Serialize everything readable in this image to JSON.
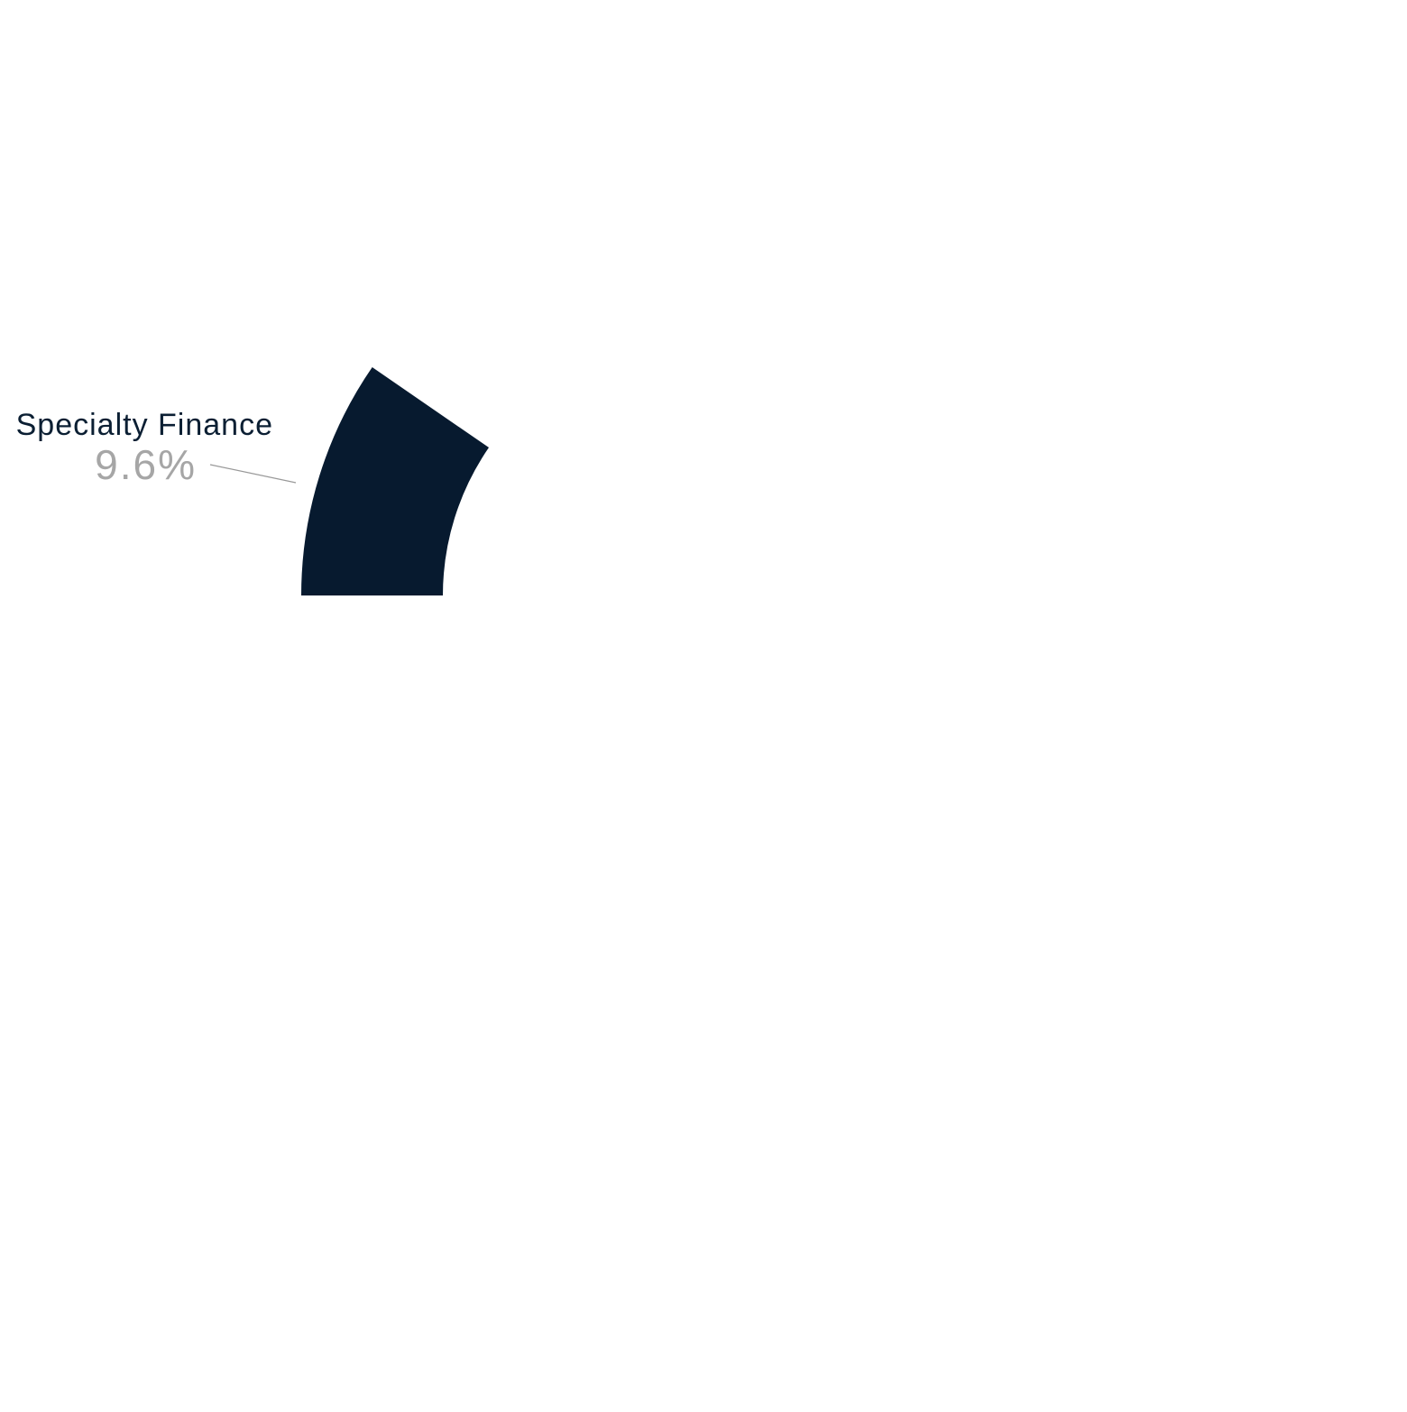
{
  "chart_data": {
    "type": "pie",
    "style": "donut",
    "segments": [
      {
        "label": "Specialty Finance",
        "value_label": "9.6%",
        "value": 9.6,
        "color": "#071a2f"
      }
    ]
  },
  "colors": {
    "segment": "#071a2f",
    "label_text": "#0b1f33",
    "value_text": "#a6a6a6",
    "leader_line": "#999999",
    "background": "#ffffff"
  }
}
